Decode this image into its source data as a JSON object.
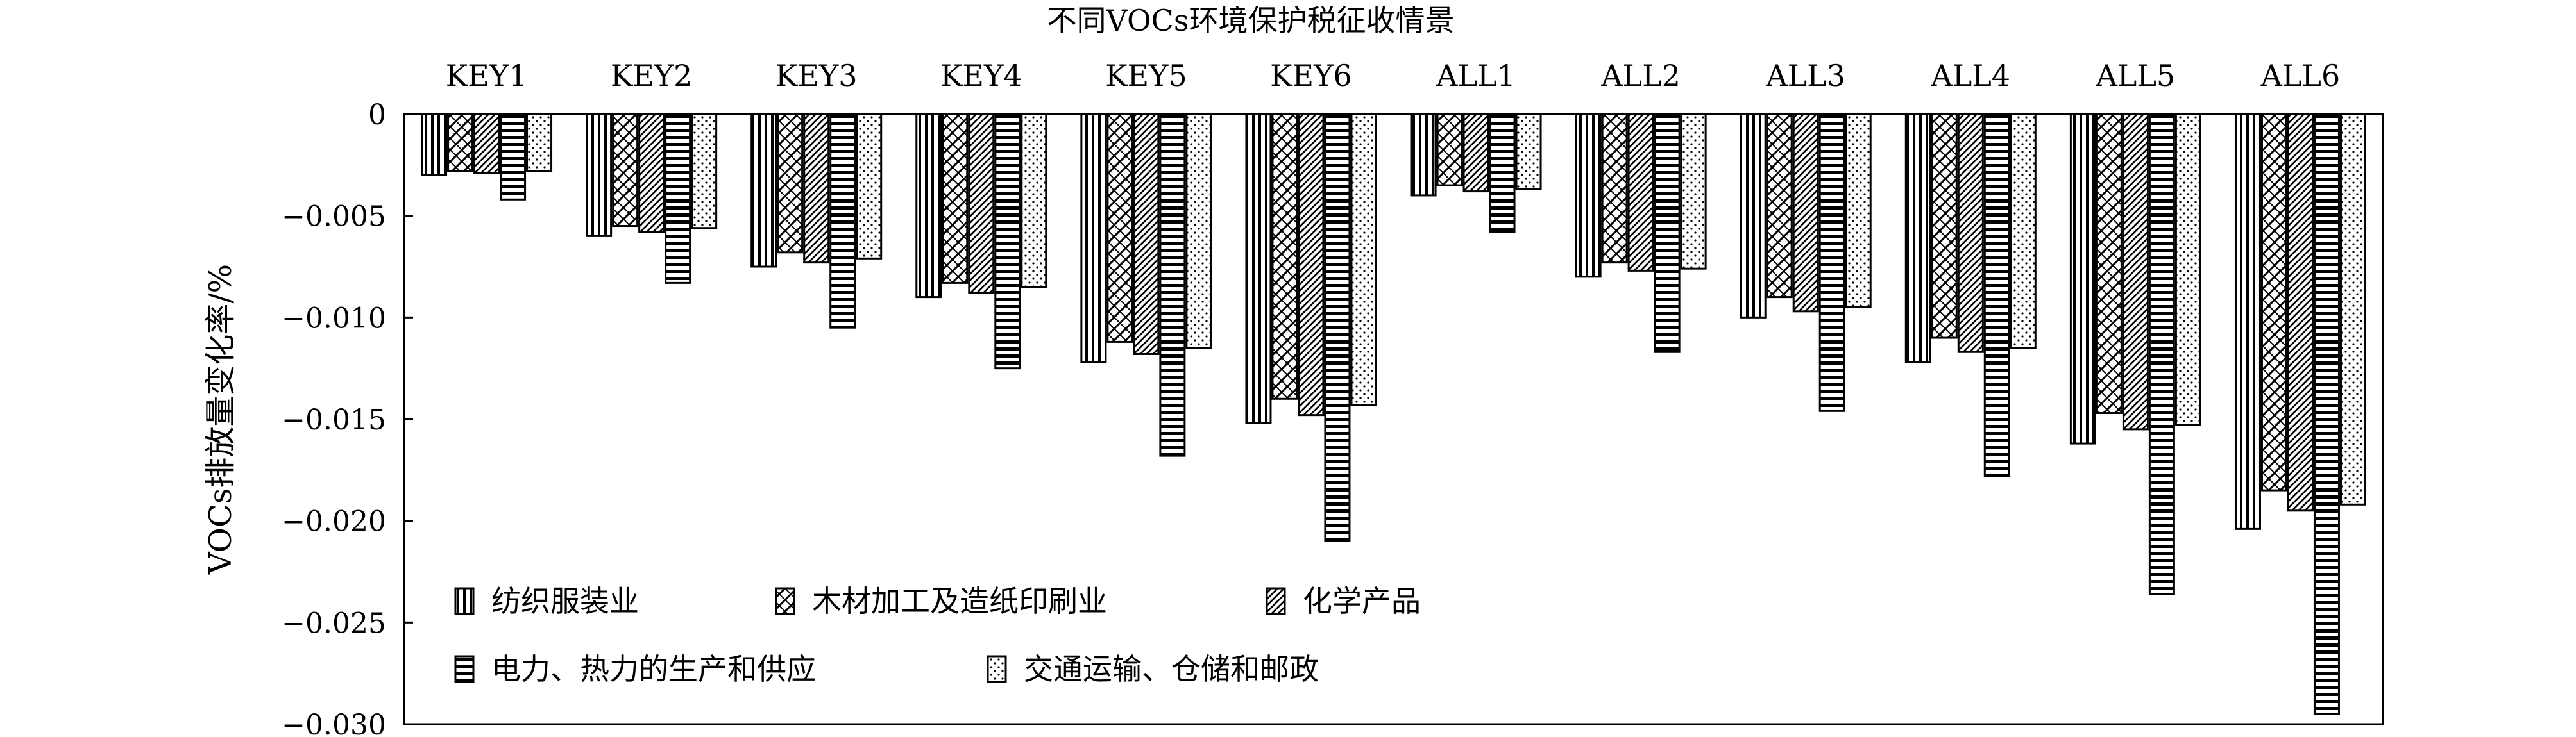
{
  "chart_data": {
    "type": "bar",
    "title": "不同VOCs环境保护税征收情景",
    "xlabel": "",
    "ylabel": "VOCs排放量变化率/%",
    "categories": [
      "KEY1",
      "KEY2",
      "KEY3",
      "KEY4",
      "KEY5",
      "KEY6",
      "ALL1",
      "ALL2",
      "ALL3",
      "ALL4",
      "ALL5",
      "ALL6"
    ],
    "ylim": [
      -0.03,
      0
    ],
    "yticks": [
      0,
      -0.005,
      -0.01,
      -0.015,
      -0.02,
      -0.025,
      -0.03
    ],
    "ytick_labels": [
      "0",
      "−0.005",
      "−0.010",
      "−0.015",
      "−0.020",
      "−0.025",
      "−0.030"
    ],
    "grid": false,
    "legend_position": "bottom-left",
    "x_axis_position": "top",
    "series": [
      {
        "name": "纺织服装业",
        "pattern": "vertical-lines",
        "values": [
          -0.003,
          -0.006,
          -0.0075,
          -0.009,
          -0.0122,
          -0.0152,
          -0.004,
          -0.008,
          -0.01,
          -0.0122,
          -0.0162,
          -0.0204
        ]
      },
      {
        "name": "木材加工及造纸印刷业",
        "pattern": "diagonal-hatch",
        "values": [
          -0.0028,
          -0.0055,
          -0.0068,
          -0.0083,
          -0.0112,
          -0.014,
          -0.0035,
          -0.0073,
          -0.009,
          -0.011,
          -0.0147,
          -0.0185
        ]
      },
      {
        "name": "化学产品",
        "pattern": "fine-diagonal",
        "values": [
          -0.0029,
          -0.0058,
          -0.0073,
          -0.0088,
          -0.0118,
          -0.0148,
          -0.0038,
          -0.0077,
          -0.0097,
          -0.0117,
          -0.0155,
          -0.0195
        ]
      },
      {
        "name": "电力、热力的生产和供应",
        "pattern": "horizontal-lines",
        "values": [
          -0.0042,
          -0.0083,
          -0.0105,
          -0.0125,
          -0.0168,
          -0.021,
          -0.0058,
          -0.0117,
          -0.0146,
          -0.0178,
          -0.0236,
          -0.0295
        ]
      },
      {
        "name": "交通运输、仓储和邮政",
        "pattern": "dots",
        "values": [
          -0.0028,
          -0.0056,
          -0.0071,
          -0.0085,
          -0.0115,
          -0.0143,
          -0.0037,
          -0.0076,
          -0.0095,
          -0.0115,
          -0.0153,
          -0.0192
        ]
      }
    ]
  }
}
